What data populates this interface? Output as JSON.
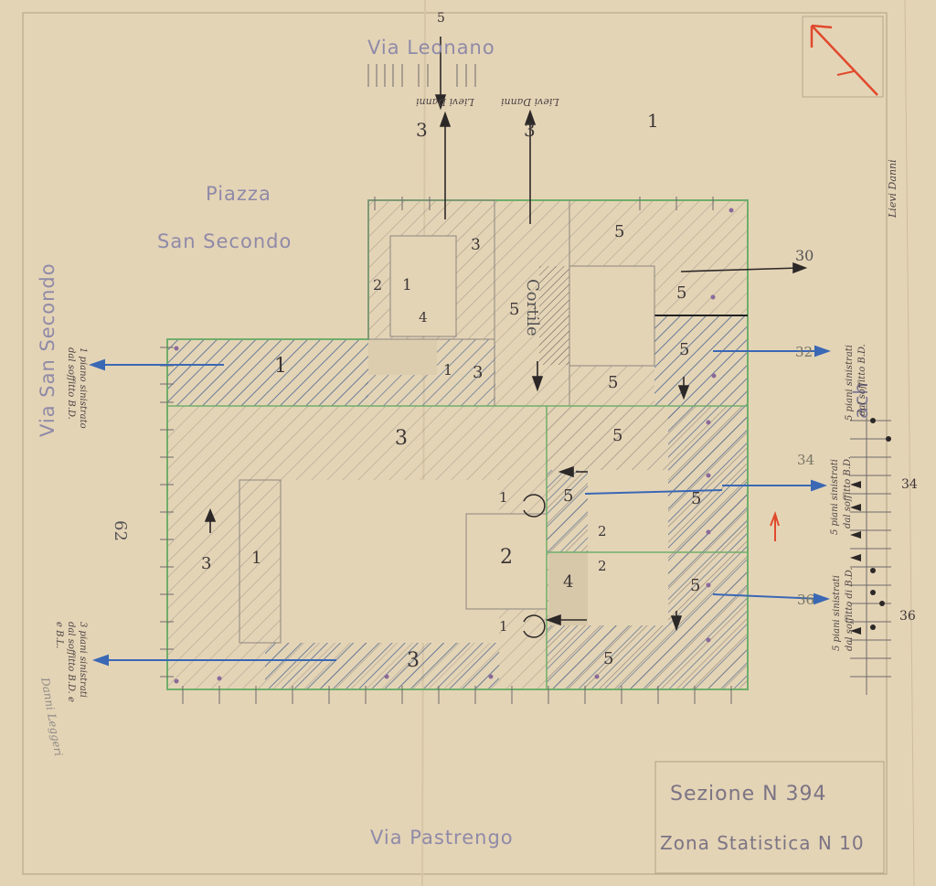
{
  "streets": {
    "north": "Via Leonano",
    "south": "Via Pastrengo",
    "west": "Via San Secondo",
    "east_partial": "ach"
  },
  "square": {
    "line1": "Piazza",
    "line2": "San Secondo"
  },
  "courtyard": "Cortile",
  "title_block": {
    "section": "Sezione N 394",
    "zone": "Zona Statistica N 10"
  },
  "blocks": {
    "b_west_top": "1",
    "b_small_1": "1",
    "b_small_3": "3",
    "b_center": "3",
    "b_left": "1",
    "b_bottom": "3",
    "b_inner_2": "2",
    "b_inner_1a": "1",
    "b_inner_1b": "1",
    "b_tower_1": "1",
    "b_tower_2": "2",
    "b_tower_3": "3",
    "b_tower_4": "4",
    "b_cortile_5": "5",
    "b_ne_5a": "5",
    "b_ne_5b": "5",
    "b_ne_5c": "5",
    "b_ne_5d": "5",
    "b_e_5a": "5",
    "b_e_5b": "5",
    "b_e_5c": "5",
    "b_e_5d": "5",
    "b_se_5": "5",
    "b_se_4": "4",
    "b_se_2a": "2",
    "b_se_2b": "2",
    "b_left_3": "3"
  },
  "numbers": {
    "n_62": "62",
    "n_30": "30",
    "n_32": "32",
    "n_34": "34",
    "n_34b": "34",
    "n_36": "36",
    "n_36b": "36",
    "n_3_top": "3",
    "n_5_top": "5",
    "n_3_b": "3",
    "n_ru": "1"
  },
  "notes": {
    "top1": "Lievi Danni",
    "top2": "Lievi Danni",
    "east1": "Lievi Danni",
    "east2_a": "5 piani sinistrati",
    "east2_b": "dal soffitto B.D.",
    "east3_a": "5 piani sinistrati",
    "east3_b": "dal soffitto B.D.",
    "east4_a": "5 piani sinistrati",
    "east4_b": "dal soffitto di B.D.",
    "west1_a": "1 piano sinistrato",
    "west1_b": "dal soffitto B.D.",
    "west2_a": "3 piani sinistrati",
    "west2_b": "dal soffitto B.D. e",
    "west2_c": "e B.L.",
    "pencil": "Danni Leggeri"
  },
  "colors": {
    "paper": "#e4d4b6",
    "block_outline": "#6fae6a",
    "hatch_blue": "#3f5f8e",
    "hatch_grey": "#6b6868",
    "arrow_blue": "#3a68b4",
    "red_mark": "#e0492c",
    "purple_mark": "#8a6a9a"
  }
}
